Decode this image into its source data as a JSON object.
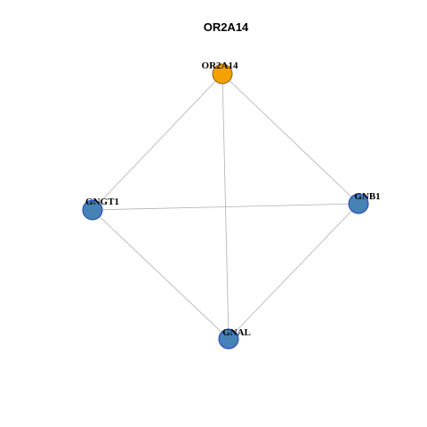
{
  "title": "OR2A14",
  "colors": {
    "background": "#ffffff",
    "edge": "#b0b0b0",
    "focus_node_fill": "#f5a200",
    "focus_node_stroke": "#8a6400",
    "node_fill": "#4682b4",
    "node_stroke": "#1f3fc7"
  },
  "nodes": [
    {
      "id": "OR2A14",
      "label": "OR2A14",
      "focus": true
    },
    {
      "id": "GNGT1",
      "label": "GNGT1",
      "focus": false
    },
    {
      "id": "GNB1",
      "label": "GNB1",
      "focus": false
    },
    {
      "id": "GNAL",
      "label": "GNAL",
      "focus": false
    }
  ],
  "edges": [
    [
      "OR2A14",
      "GNGT1"
    ],
    [
      "OR2A14",
      "GNB1"
    ],
    [
      "OR2A14",
      "GNAL"
    ],
    [
      "GNGT1",
      "GNB1"
    ],
    [
      "GNGT1",
      "GNAL"
    ],
    [
      "GNB1",
      "GNAL"
    ]
  ]
}
